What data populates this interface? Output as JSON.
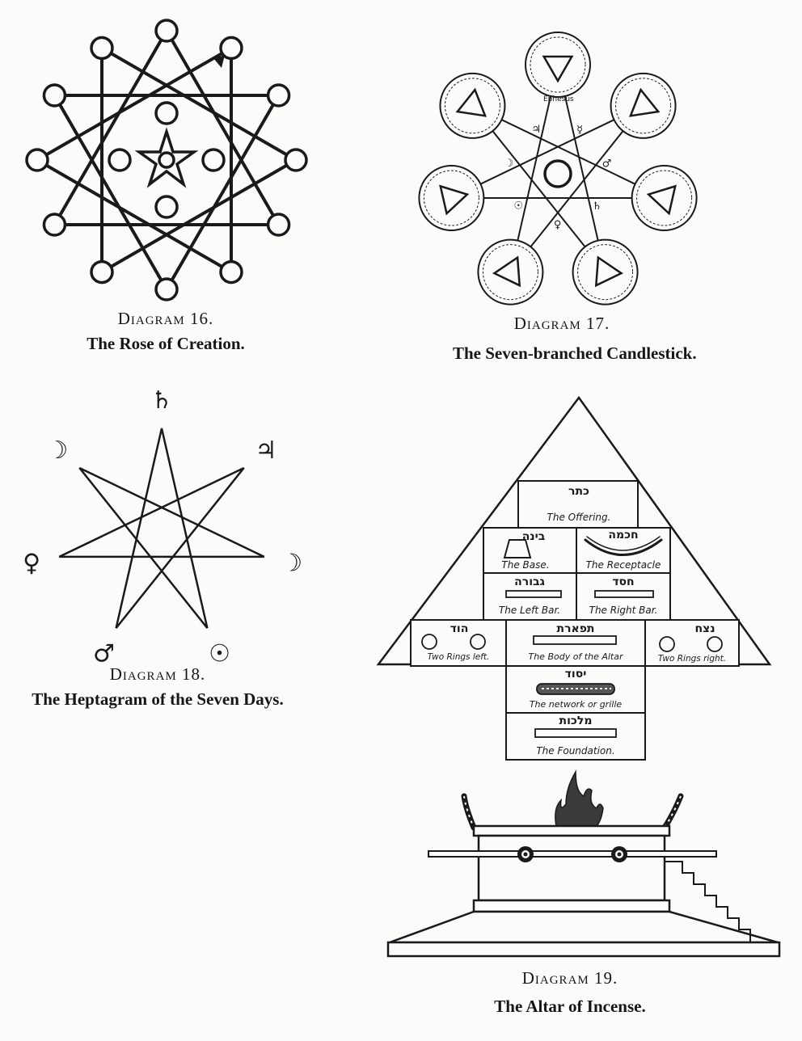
{
  "diagrams": [
    {
      "number_label": "Diagram 16.",
      "subtitle": "The Rose of Creation."
    },
    {
      "number_label": "Diagram 17.",
      "subtitle": "The Seven-branched Candlestick."
    },
    {
      "number_label": "Diagram 18.",
      "subtitle": "The Heptagram of the Seven Days."
    },
    {
      "number_label": "Diagram 19.",
      "subtitle": "The Altar of Incense."
    }
  ],
  "candlestick": {
    "center_triangle_label": "Ephesus",
    "planet_symbols": [
      "☿",
      "♂",
      "♄",
      "♀",
      "☉",
      "☽",
      "♃"
    ]
  },
  "heptagram": {
    "planet_symbols": [
      "♄",
      "♃",
      "☽",
      "☉",
      "♂",
      "♀",
      "☽"
    ]
  },
  "altar": {
    "cells": [
      {
        "hebrew": "כתר",
        "label": "The Offering."
      },
      {
        "hebrew": "בינה",
        "label": "The Base."
      },
      {
        "hebrew": "חכמה",
        "label": "The Receptacle"
      },
      {
        "hebrew": "גבורה",
        "label": "The Left Bar."
      },
      {
        "hebrew": "חסד",
        "label": "The Right Bar."
      },
      {
        "hebrew": "הוד",
        "label": "Two Rings left."
      },
      {
        "hebrew": "תפארת",
        "label": "The Body of the Altar"
      },
      {
        "hebrew": "נצח",
        "label": "Two Rings right."
      },
      {
        "hebrew": "יסוד",
        "label": "The network or grille"
      },
      {
        "hebrew": "מלכות",
        "label": "The Foundation."
      }
    ]
  },
  "colors": {
    "ink": "#1a1a1a",
    "paper": "#fbfbf9"
  }
}
